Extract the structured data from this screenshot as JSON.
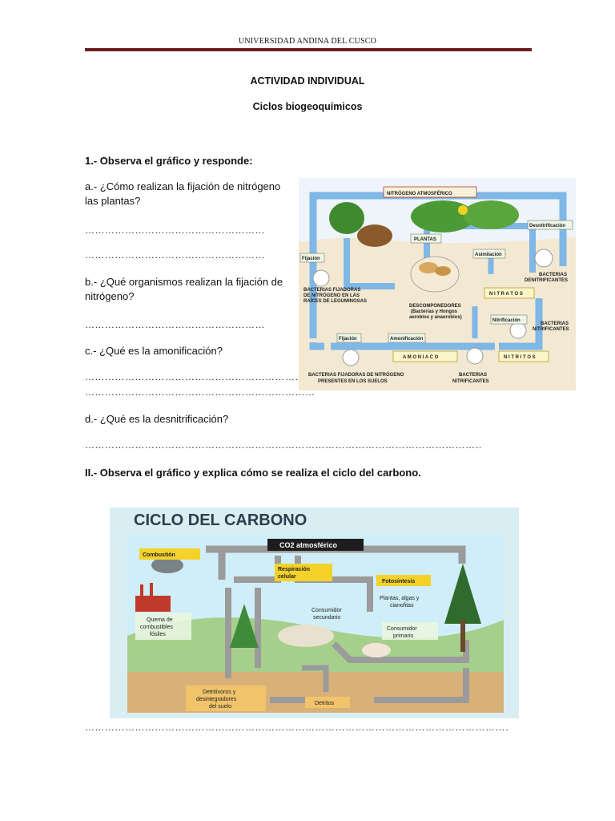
{
  "header": {
    "institution": "UNIVERSIDAD ANDINA DEL CUSCO"
  },
  "titles": {
    "activity": "ACTIVIDAD INDIVIDUAL",
    "topic": "Ciclos biogeoquímicos"
  },
  "section1": {
    "heading": "1.-  Observa el gráfico y responde:",
    "qa": "a.- ¿Cómo realizan la fijación de nitrógeno las plantas?",
    "qb": "b.- ¿Qué organismos realizan la fijación de nitrógeno?",
    "qc": "c.- ¿Qué es la amonificación?",
    "qd": "d.- ¿Qué es la desnitrificación?",
    "dots_short": "………………………………………………",
    "dots_mid": "……………………………………………………………",
    "dots_long": "……………………………………………………………………………………………………………………………………."
  },
  "nitrogen": {
    "atmos": "NITRÓGENO ATMOSFÉRICO",
    "plantas": "PLANTAS",
    "desnit": "Desnitrificación",
    "fijacion": "Fijación",
    "asimilacion": "Asimilación",
    "bact_fij_1": "BACTERIAS FIJADORAS",
    "bact_fij_2": "DE NITRÓGENO EN LAS",
    "bact_fij_3": "RAÍCES DE LEGUMINOSAS",
    "descomp_1": "DESCOMPONEDORES",
    "descomp_2": "(Bacterias y Hongos",
    "descomp_3": "aerobios y anaerobios)",
    "nitratos": "N I T R A T O S",
    "bact_den_1": "BACTERIAS",
    "bact_den_2": "DENITRIFICANTES",
    "nitrificacion": "Nitrificación",
    "bact_nit_1": "BACTERIAS",
    "bact_nit_2": "NITRIFICANTES",
    "fijacion2": "Fijación",
    "amonificacion": "Amonificación",
    "amoniaco": "A M O N I A C O",
    "nitritos": "N I T R I T O S",
    "suelo_1": "BACTERIAS FIJADORAS DE NITRÓGENO",
    "suelo_2": "PRESENTES EN LOS SUELOS",
    "bact_nit2_1": "BACTERIAS",
    "bact_nit2_2": "NITRIFICANTES"
  },
  "section2": {
    "heading": "II.- Observa el gráfico y explica cómo se realiza el ciclo del carbono."
  },
  "carbon": {
    "title": "CICLO DEL CARBONO",
    "co2": "CO2 atmosférico",
    "combustion": "Combustión",
    "respiracion_1": "Respiración",
    "respiracion_2": "celular",
    "fotosintesis": "Fotosíntesis",
    "plantas_1": "Plantas, algas y",
    "plantas_2": "cianofitas",
    "quema_1": "Quema de",
    "quema_2": "combustibles",
    "quema_3": "fósiles",
    "cons_sec_1": "Consumidor",
    "cons_sec_2": "secundario",
    "cons_pri_1": "Consumidor",
    "cons_pri_2": "primario",
    "detrit_1": "Detritívoros y",
    "detrit_2": "desintegradores",
    "detrit_3": "del suelo",
    "detritos": "Detritos"
  },
  "footer": {
    "dots": "……………………………………………………………………………………………………………………………………………"
  }
}
